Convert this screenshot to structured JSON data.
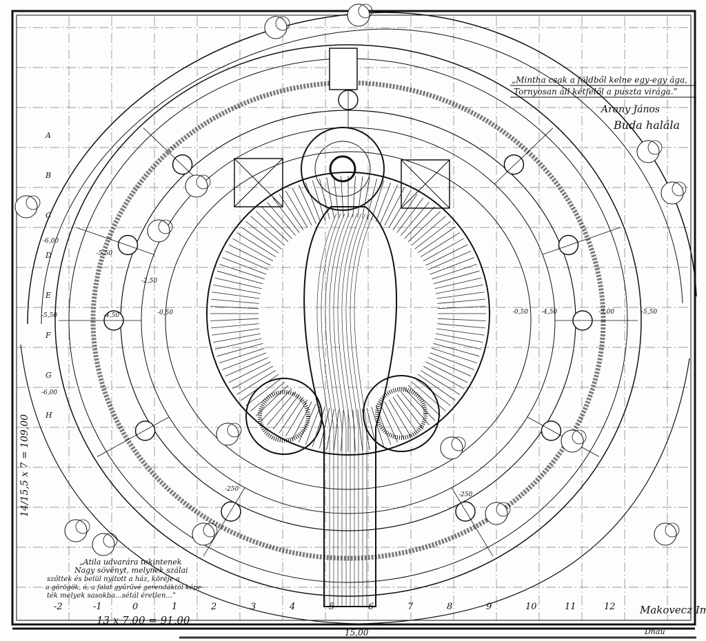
{
  "quote": {
    "line1": "„Mintha csak a földből kelne egy-egy ága,",
    "line2": "Tornyosan áll kétfelől a puszta virága.”",
    "author": "Arany János",
    "work": "Buda halála"
  },
  "note": {
    "line1": "„Atila udvarára tekintenek",
    "line2": "Nagy sövényt, melynek szálai",
    "line3": "szőttek és belül nyitott a ház, köréje a",
    "line4": "a görögök, ó, a falat gyűrűvé gerendáktól képe-",
    "line5": "ték melyek sasokba...sétál éretlen...”"
  },
  "dimensions": {
    "horizontal": "13 x 7,00 = 91,00",
    "vertical": "14/15,5 x 7 = 109,00",
    "bottom_center": "15,00"
  },
  "axis_labels": [
    "-2",
    "-1",
    "0",
    "1",
    "2",
    "3",
    "4",
    "5",
    "6",
    "7",
    "8",
    "9",
    "10",
    "11",
    "12"
  ],
  "row_labels": [
    "A",
    "B",
    "C",
    "D",
    "E",
    "F",
    "G",
    "H"
  ],
  "elevations": {
    "left_outer": "-6,00",
    "left_mid": "-5,50",
    "left_inner": "-4,50",
    "left_path": "-5,50",
    "center_left": "-0,50",
    "center_right": "-0,50",
    "right_a": "-4,50",
    "right_b": "-5,00",
    "right_c": "-5,50",
    "lower_left": "-6,00",
    "ring_left": "-250",
    "ring_right": "-250",
    "upper_left": "-2,50"
  },
  "signature": "Makovecz Imre",
  "signature_sub": "Dhau"
}
